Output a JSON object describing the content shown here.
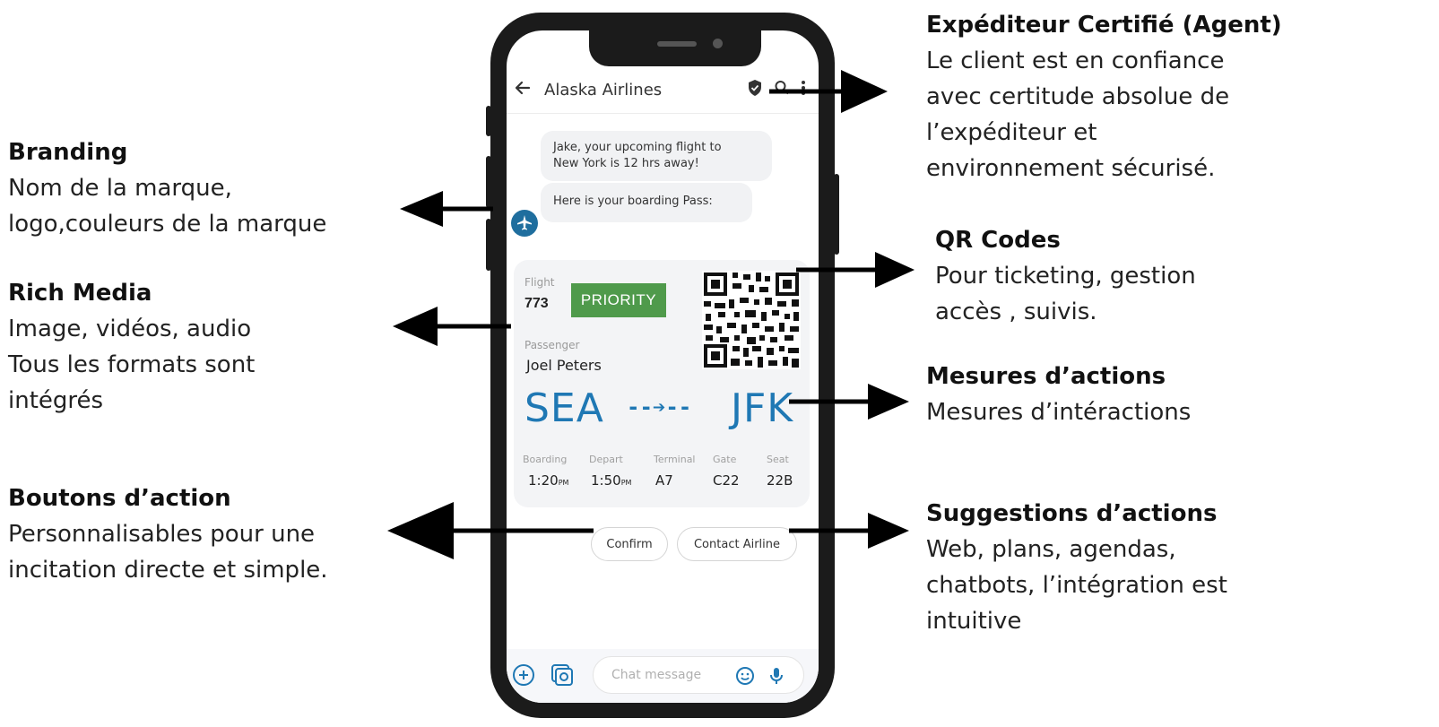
{
  "annotations": {
    "branding": {
      "title": "Branding",
      "lines": [
        "Nom de la marque,",
        "logo,couleurs de la marque"
      ]
    },
    "rich_media": {
      "title": "Rich Media",
      "lines": [
        "Image, vidéos, audio",
        "Tous les formats sont",
        "intégrés"
      ]
    },
    "action_buttons": {
      "title": "Boutons d’action",
      "lines": [
        "Personnalisables pour une",
        "incitation directe et simple."
      ]
    },
    "certified_sender": {
      "title": "Expéditeur Certifié (Agent)",
      "lines": [
        "Le client est en confiance",
        "avec certitude absolue de",
        "l’expéditeur et",
        "environnement sécurisé."
      ]
    },
    "qr_codes": {
      "title": "QR Codes",
      "lines": [
        "Pour ticketing, gestion",
        "accès , suivis."
      ]
    },
    "metrics": {
      "title": "Mesures d’actions",
      "lines": [
        "Mesures d’intéractions"
      ]
    },
    "suggestions": {
      "title": "Suggestions d’actions",
      "lines": [
        "Web, plans, agendas,",
        "chatbots, l’intégration est",
        "intuitive"
      ]
    }
  },
  "phone": {
    "appbar": {
      "title": "Alaska Airlines",
      "icons": [
        "back-arrow-icon",
        "verified-shield-icon",
        "search-icon",
        "more-vert-icon"
      ]
    },
    "messages": [
      {
        "line1": "Jake, your upcoming flight to",
        "line2": "New York is 12 hrs away!"
      },
      {
        "line1": "Here is your boarding Pass:"
      }
    ],
    "boarding_pass": {
      "flight_label": "Flight",
      "flight_number": "773",
      "priority": "PRIORITY",
      "passenger_label": "Passenger",
      "passenger_name": "Joel Peters",
      "origin": "SEA",
      "route_glyph": "--➔--",
      "destination": "JFK",
      "fields": [
        {
          "label": "Boarding",
          "value": "1:20",
          "suffix": "PM"
        },
        {
          "label": "Depart",
          "value": "1:50",
          "suffix": "PM"
        },
        {
          "label": "Terminal",
          "value": "A7",
          "suffix": ""
        },
        {
          "label": "Gate",
          "value": "C22",
          "suffix": ""
        },
        {
          "label": "Seat",
          "value": "22B",
          "suffix": ""
        }
      ]
    },
    "chips": [
      "Confirm",
      "Contact Airline"
    ],
    "composer": {
      "placeholder": "Chat message",
      "icons": [
        "add-circle-icon",
        "gallery-icon",
        "emoji-icon",
        "mic-icon"
      ]
    }
  },
  "colors": {
    "accent_blue": "#1f78b4",
    "priority_green": "#4f9a4b",
    "phone_frame": "#1b1b1b"
  }
}
